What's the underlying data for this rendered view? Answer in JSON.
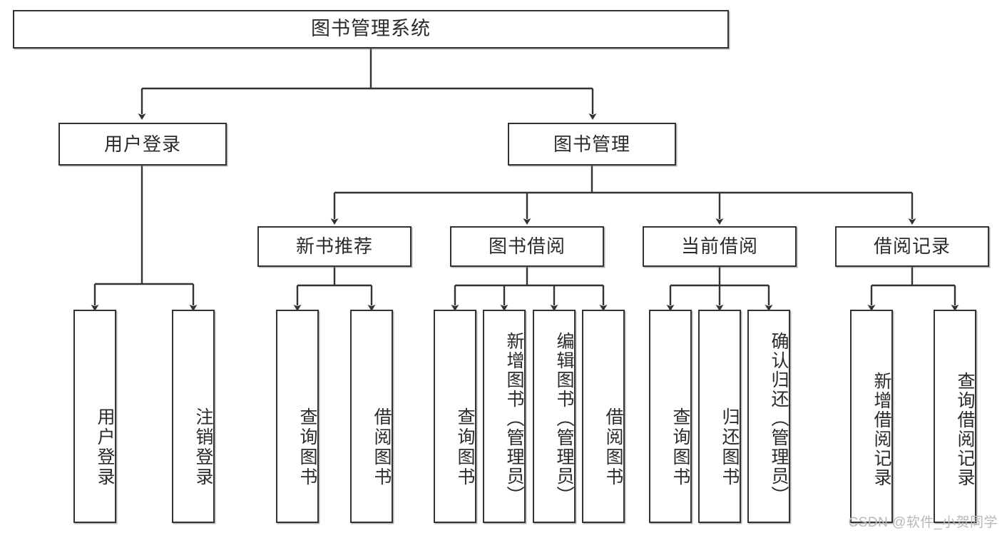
{
  "diagram": {
    "type": "tree",
    "title": "图书管理系统",
    "watermark": "CSDN @软件_小贺同学",
    "colors": {
      "box_border": "#333333",
      "box_fill": "#ffffff",
      "edge": "#333333",
      "text": "#2b2b2b",
      "watermark": "#b9b9b9"
    },
    "nodes": {
      "root": {
        "label": "图书管理系统"
      },
      "level1": [
        {
          "id": "user-login",
          "label": "用户登录"
        },
        {
          "id": "book-manage",
          "label": "图书管理"
        }
      ],
      "level2": [
        {
          "id": "new-book-rec",
          "label": "新书推荐"
        },
        {
          "id": "book-borrow",
          "label": "图书借阅"
        },
        {
          "id": "current-borrow",
          "label": "当前借阅"
        },
        {
          "id": "borrow-record",
          "label": "借阅记录"
        }
      ],
      "leaves": {
        "user_login": [
          {
            "id": "leaf-user-login",
            "label": "用户登录"
          },
          {
            "id": "leaf-logout",
            "label": "注销登录"
          }
        ],
        "new_book_rec": [
          {
            "id": "leaf-query-book-1",
            "label": "查询图书"
          },
          {
            "id": "leaf-borrow-book-1",
            "label": "借阅图书"
          }
        ],
        "book_borrow": [
          {
            "id": "leaf-query-book-2",
            "label": "查询图书"
          },
          {
            "id": "leaf-add-book",
            "label": "新增图书（管理员）"
          },
          {
            "id": "leaf-edit-book",
            "label": "编辑图书（管理员）"
          },
          {
            "id": "leaf-borrow-book-2",
            "label": "借阅图书"
          }
        ],
        "current_borrow": [
          {
            "id": "leaf-query-book-3",
            "label": "查询图书"
          },
          {
            "id": "leaf-return-book",
            "label": "归还图书"
          },
          {
            "id": "leaf-confirm-return",
            "label": "确认归还（管理员）"
          }
        ],
        "borrow_record": [
          {
            "id": "leaf-add-record",
            "label": "新增借阅记录"
          },
          {
            "id": "leaf-query-record",
            "label": "查询借阅记录"
          }
        ]
      }
    }
  }
}
